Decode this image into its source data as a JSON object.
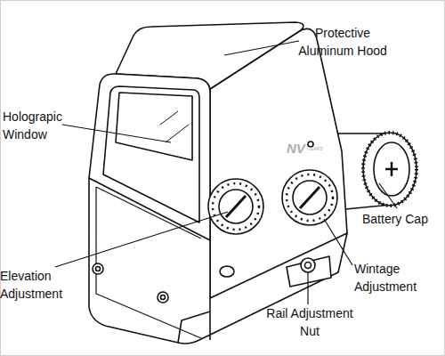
{
  "diagram": {
    "labels": [
      "Protective Aluminum Hood",
      "Holograpic Window",
      "Battery Cap",
      "Elevation Adjustment",
      "Wintage Adjustment",
      "Rail Adjustment Nut",
      "NV",
      "GEARS"
    ]
  }
}
